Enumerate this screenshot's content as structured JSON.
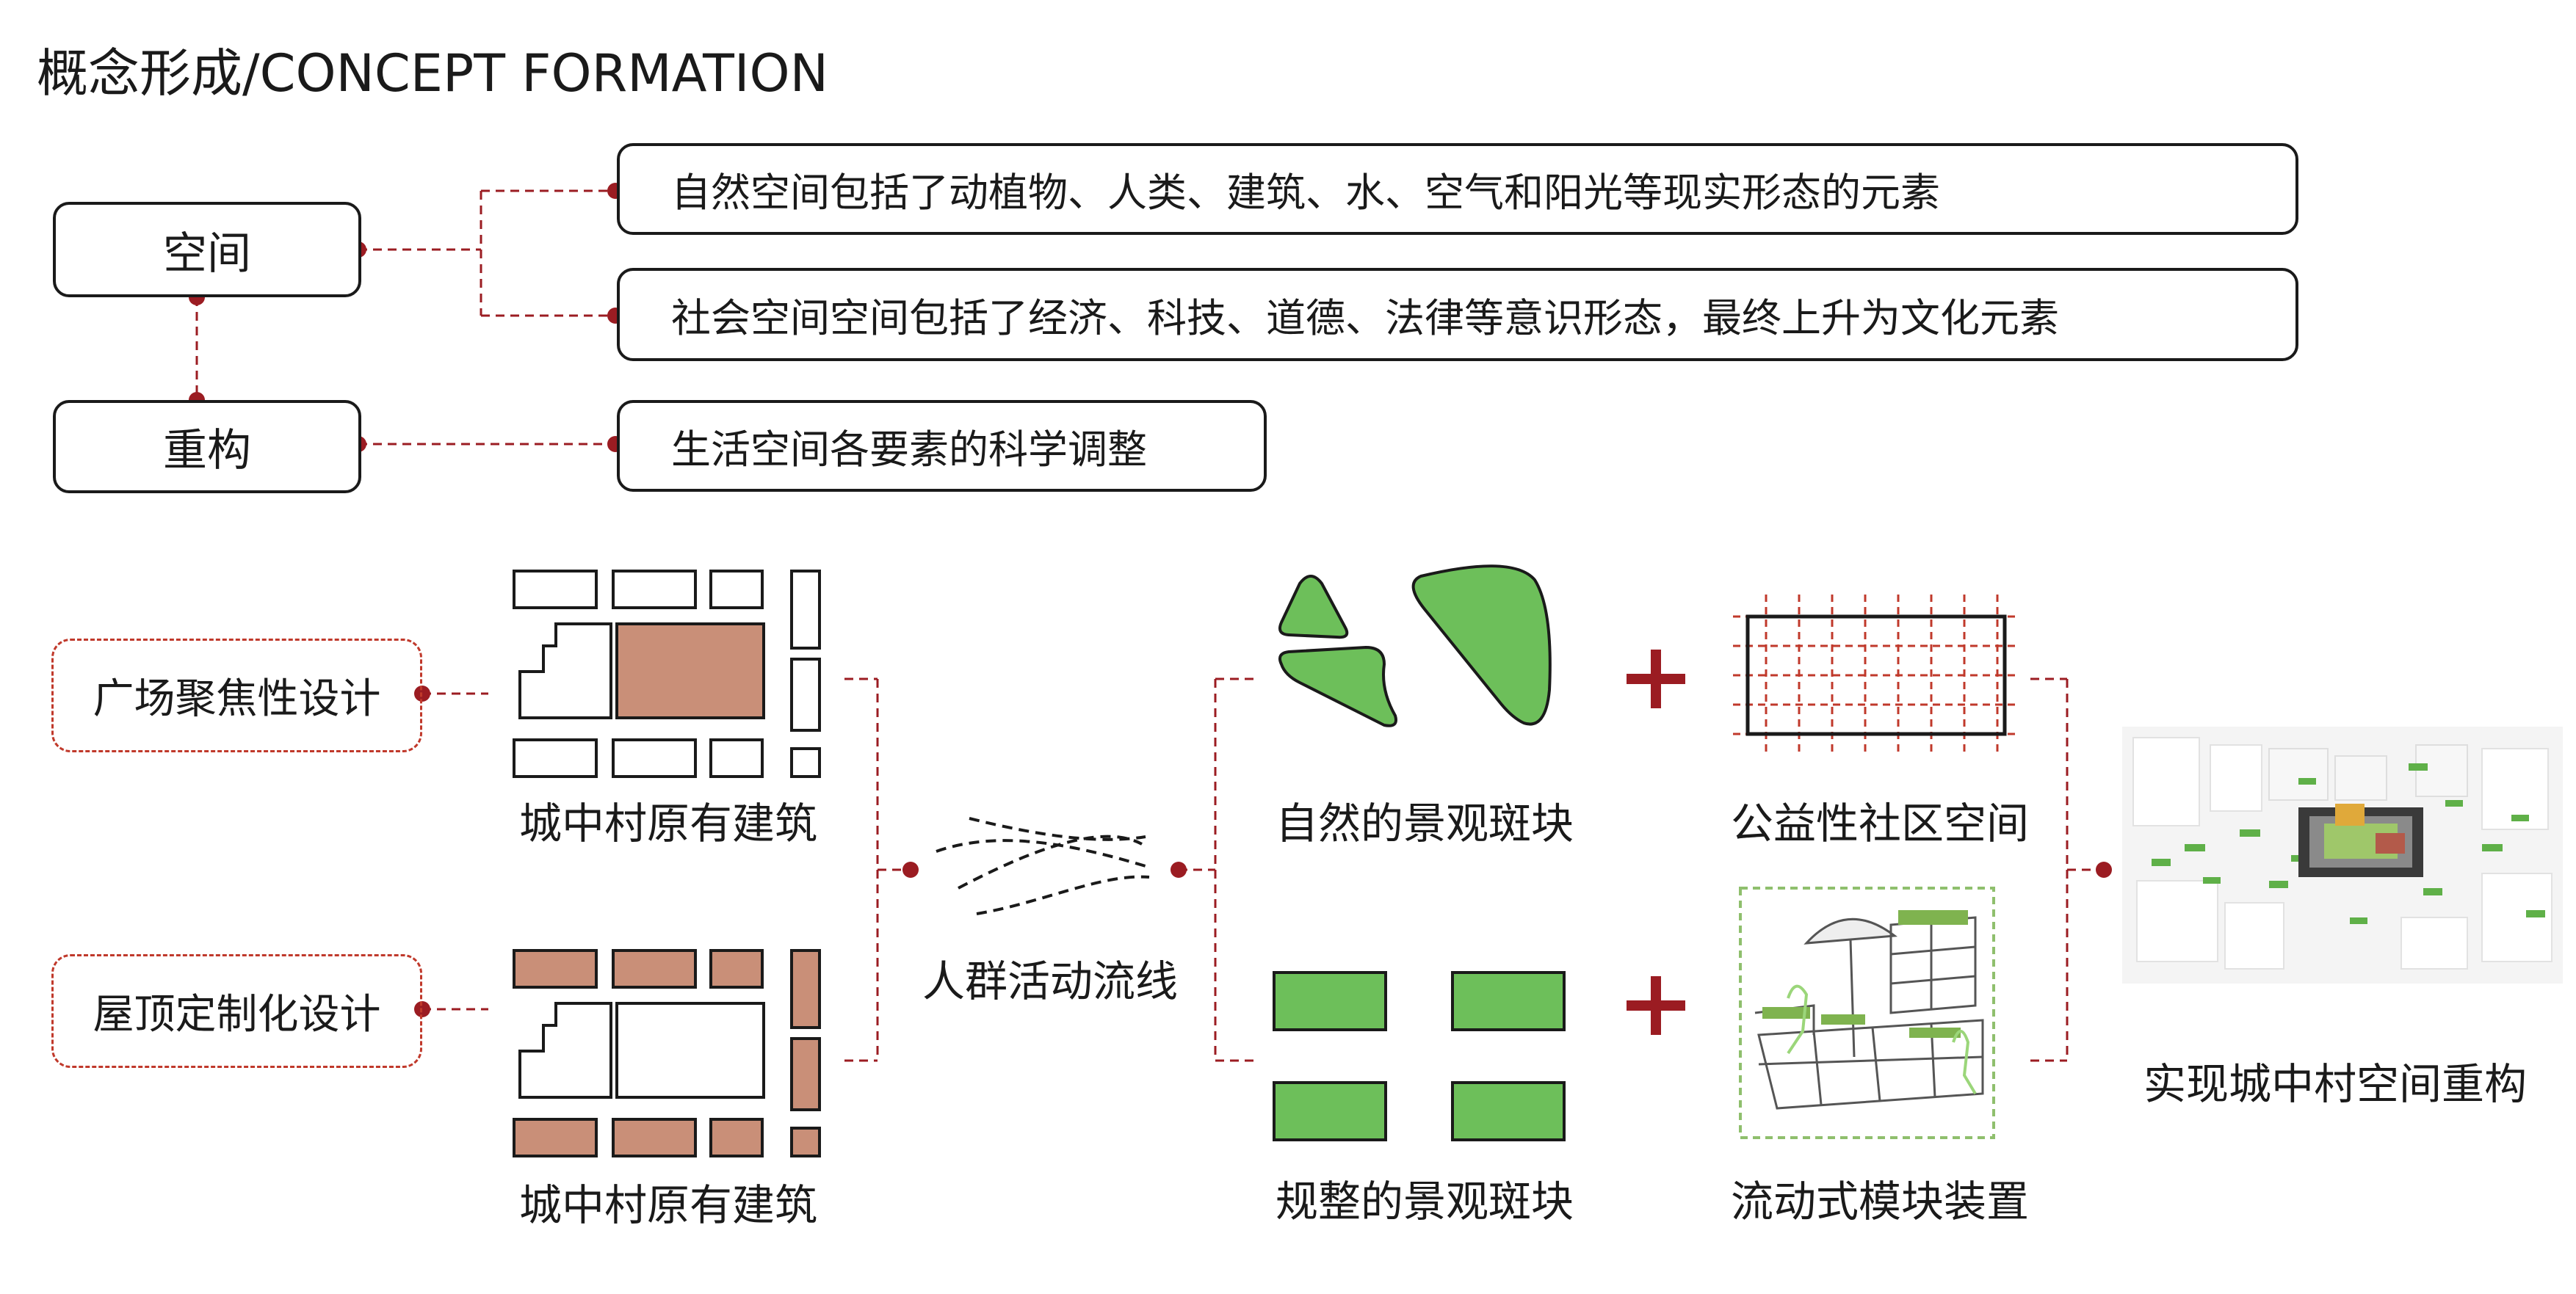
{
  "title": "概念形成/CONCEPT FORMATION",
  "concepts": {
    "space": "空间",
    "reconstruct": "重构"
  },
  "statements": [
    "自然空间包括了动植物、人类、建筑、水、空气和阳光等现实形态的元素",
    "社会空间空间包括了经济、科技、道德、法律等意识形态，最终上升为文化元素",
    "生活空间各要素的科学调整"
  ],
  "designs": {
    "plaza": "广场聚焦性设计",
    "roof": "屋顶定制化设计"
  },
  "labels": {
    "village_buildings_top": "城中村原有建筑",
    "village_buildings_bottom": "城中村原有建筑",
    "crowd_flow": "人群活动流线",
    "natural_patches": "自然的景观斑块",
    "public_space": "公益性社区空间",
    "regular_patches": "规整的景观斑块",
    "modular_device": "流动式模块装置",
    "result": "实现城中村空间重构"
  },
  "plus_symbol": "+",
  "icons": [
    "plaza-grid-icon",
    "roof-grid-icon",
    "crowd-flow-icon",
    "natural-patch-icon",
    "grid-space-icon",
    "regular-patch-icon",
    "module-device-icon",
    "aerial-model-icon"
  ],
  "colors": {
    "accent": "#9b1c22",
    "brick": "#c98f78",
    "green": "#6dbf5a",
    "stroke": "#1a1a1a"
  }
}
